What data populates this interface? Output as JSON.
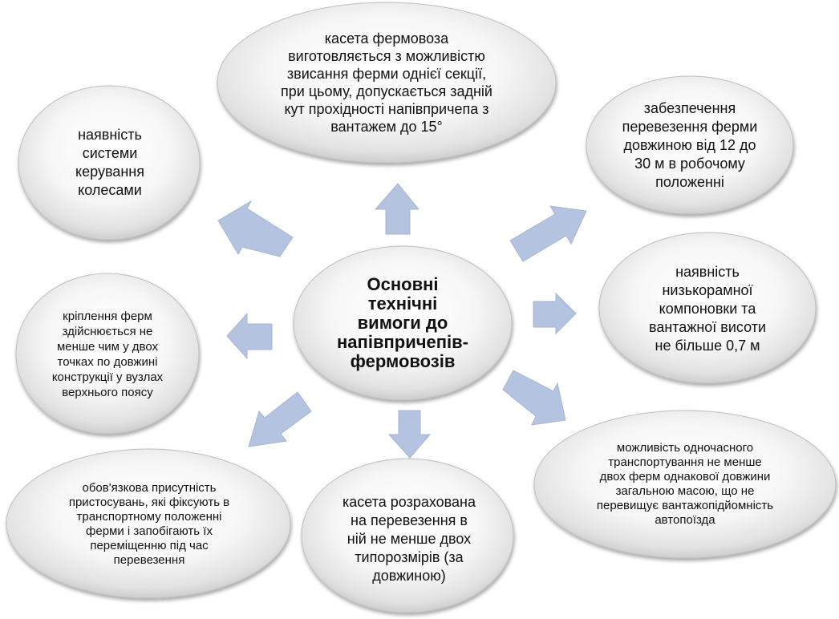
{
  "center": {
    "text": "Основні технічні вимоги до напівпричепів-фермовозів",
    "lines": [
      "Основні",
      "технічні",
      "вимоги до",
      "напівпричепів-",
      "фермовозів"
    ]
  },
  "nodes": [
    {
      "id": "top",
      "lines": [
        "касета фермовоза",
        "виготовляється з можливістю",
        "звисання ферми однієї секції,",
        "при цьому, допускається задній",
        "кут прохідності напівпричепа з",
        "вантажем до 15°"
      ]
    },
    {
      "id": "top-left",
      "lines": [
        "наявність",
        "системи",
        "керування",
        "колесами"
      ]
    },
    {
      "id": "top-right",
      "lines": [
        "забезпечення",
        "перевезення ферми",
        "довжиною від 12 до",
        "30 м в робочому",
        "положенні"
      ]
    },
    {
      "id": "right",
      "lines": [
        "наявність",
        "низькорамної",
        "компоновки та",
        "вантажної висоти",
        "не більше 0,7 м"
      ]
    },
    {
      "id": "left",
      "lines": [
        "кріплення ферм",
        "здійснюється не",
        "менше чим у двох",
        "точках по довжині",
        "конструкції у вузлах",
        "верхнього поясу"
      ]
    },
    {
      "id": "bottom-right",
      "lines": [
        "можливість одночасного",
        "транспортування не менше",
        "двох ферм однакової довжини",
        "загальною масою, що не",
        "перевищує вантажопідйомність",
        "автопоїзда"
      ]
    },
    {
      "id": "bottom",
      "lines": [
        "касета розрахована",
        "на перевезення в",
        "ній не менше двох",
        "типорозмірів (за",
        "довжиною)"
      ]
    },
    {
      "id": "bottom-left",
      "lines": [
        "обов'язкова присутність",
        "пристосувань, які фіксують в",
        "транспортному положенні",
        "ферми і запобігають їх",
        "переміщенню під час",
        "перевезення"
      ]
    }
  ],
  "colors": {
    "arrow_fill": "#b4c3df",
    "arrow_stroke": "#a6b6d4",
    "ellipse_light": "#ffffff",
    "ellipse_dark": "#c9c9c9",
    "ellipse_stroke": "#bfbfbf"
  }
}
